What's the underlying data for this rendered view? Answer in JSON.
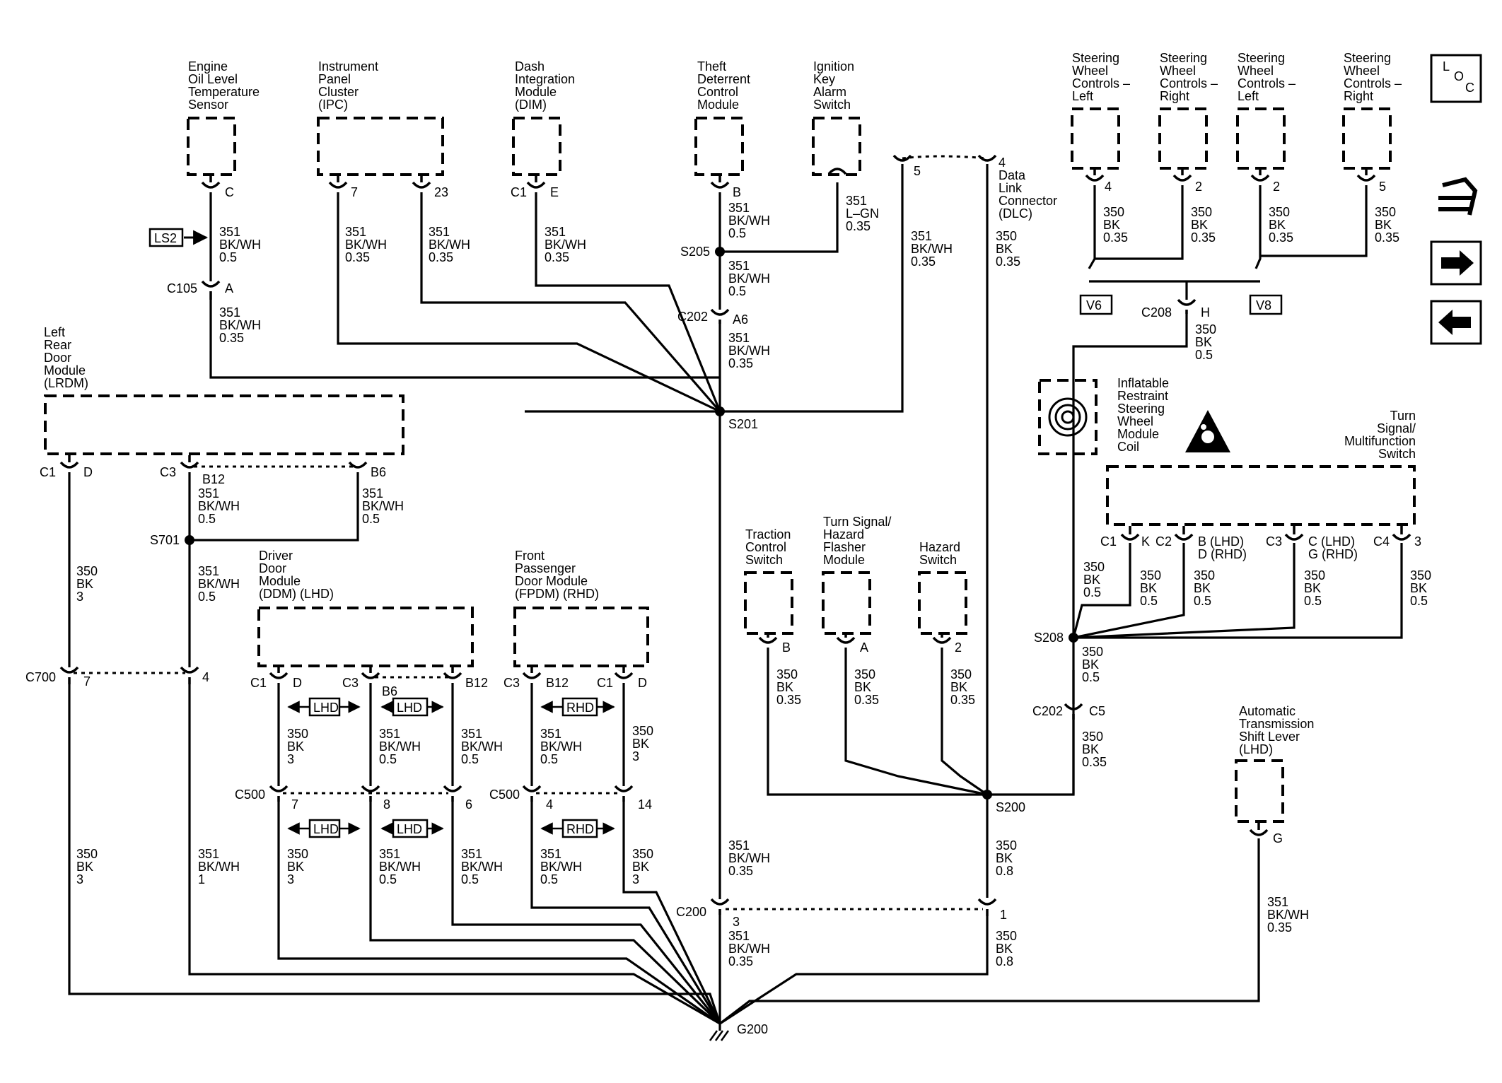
{
  "components": {
    "eolts": [
      "Engine",
      "Oil Level",
      "Temperature",
      "Sensor"
    ],
    "ipc": [
      "Instrument",
      "Panel",
      "Cluster",
      "(IPC)"
    ],
    "dim": [
      "Dash",
      "Integration",
      "Module",
      "(DIM)"
    ],
    "tdcm": [
      "Theft",
      "Deterrent",
      "Control",
      "Module"
    ],
    "ikas": [
      "Ignition",
      "Key",
      "Alarm",
      "Switch"
    ],
    "dlc": [
      "4",
      "Data",
      "Link",
      "Connector",
      "(DLC)"
    ],
    "swc1": [
      "Steering",
      "Wheel",
      "Controls –",
      "Left"
    ],
    "swc2": [
      "Steering",
      "Wheel",
      "Controls –",
      "Right"
    ],
    "swc3": [
      "Steering",
      "Wheel",
      "Controls –",
      "Left"
    ],
    "swc4": [
      "Steering",
      "Wheel",
      "Controls –",
      "Right"
    ],
    "lrdm": [
      "Left",
      "Rear",
      "Door",
      "Module",
      "(LRDM)"
    ],
    "ddm": [
      "Driver",
      "Door",
      "Module",
      "(DDM) (LHD)"
    ],
    "fpdm": [
      "Front",
      "Passenger",
      "Door Module",
      "(FPDM) (RHD)"
    ],
    "tcs": [
      "Traction",
      "Control",
      "Switch"
    ],
    "tshfm": [
      "Turn Signal/",
      "Hazard",
      "Flasher",
      "Module"
    ],
    "hazard": [
      "Hazard",
      "Switch"
    ],
    "irswmc": [
      "Inflatable",
      "Restraint",
      "Steering",
      "Wheel",
      "Module",
      "Coil"
    ],
    "tsmf": [
      "Turn",
      "Signal/",
      "Multifunction",
      "Switch"
    ],
    "atsl": [
      "Automatic",
      "Transmission",
      "Shift Lever",
      "(LHD)"
    ]
  },
  "wires": {
    "c351_05": [
      "351",
      "BK/WH",
      "0.5"
    ],
    "c351_035": [
      "351",
      "BK/WH",
      "0.35"
    ],
    "c351_1": [
      "351",
      "BK/WH",
      "1"
    ],
    "c351_lgn": [
      "351",
      "L–GN",
      "0.35"
    ],
    "c350_035": [
      "350",
      "BK",
      "0.35"
    ],
    "c350_05": [
      "350",
      "BK",
      "0.5"
    ],
    "c350_08": [
      "350",
      "BK",
      "0.8"
    ],
    "c350_3": [
      "350",
      "BK",
      "3"
    ]
  },
  "splices": {
    "s205": "S205",
    "s201": "S201",
    "s701": "S701",
    "s208": "S208",
    "s200": "S200"
  },
  "ground": "G200",
  "connectors": {
    "c105": "C105",
    "c202": "C202",
    "c700": "C700",
    "c500": "C500",
    "c200": "C200",
    "c208": "C208",
    "c1": "C1",
    "c2": "C2",
    "c3": "C3",
    "c4": "C4"
  },
  "pins": {
    "a": "A",
    "b": "B",
    "c": "C",
    "d": "D",
    "e": "E",
    "g": "G",
    "h": "H",
    "k": "K",
    "a6": "A6",
    "b6": "B6",
    "b12": "B12",
    "c5": "C5",
    "n1": "1",
    "n2": "2",
    "n3": "3",
    "n4": "4",
    "n5": "5",
    "n6": "6",
    "n7": "7",
    "n8": "8",
    "n14": "14",
    "n23": "23",
    "b_lhd": "B (LHD)",
    "d_rhd": "D (RHD)",
    "c_lhd": "C (LHD)",
    "g_rhd": "G (RHD)"
  },
  "tags": {
    "ls2": "LS2",
    "lhd": "LHD",
    "rhd": "RHD",
    "v6": "V6",
    "v8": "V8"
  },
  "nav": {
    "loc": [
      "L",
      "O",
      "C"
    ],
    "icons": [
      "harness-connector-icon",
      "arrow-right-icon",
      "arrow-left-icon"
    ]
  }
}
